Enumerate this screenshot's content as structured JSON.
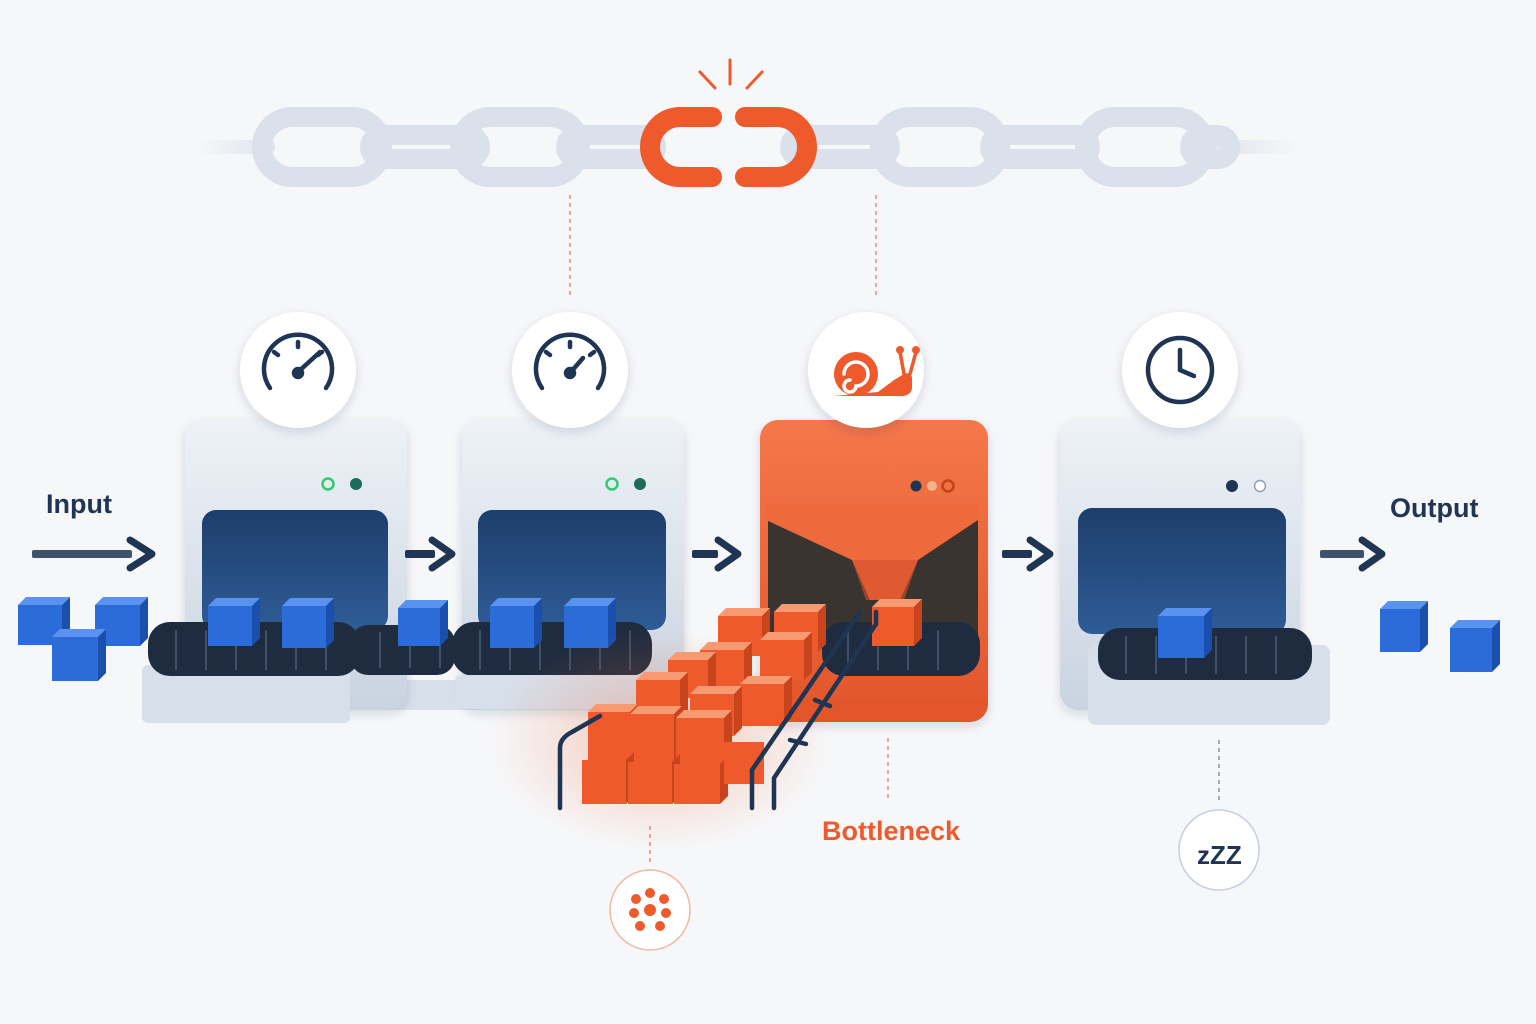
{
  "labels": {
    "input": "Input",
    "output": "Output",
    "bottleneck": "Bottleneck",
    "sleep": "zZZ"
  },
  "stations": [
    {
      "name": "station-1",
      "indicator": "gauge-icon",
      "state": "fast",
      "lights": [
        "#2ecc71",
        "#1e6b5a"
      ]
    },
    {
      "name": "station-2",
      "indicator": "gauge-icon",
      "state": "fast",
      "lights": [
        "#2ecc71",
        "#1e6b5a"
      ]
    },
    {
      "name": "station-3",
      "indicator": "snail-icon",
      "state": "bottleneck",
      "lights": [
        "#1f3553",
        "#f2b28a",
        "#f26b3a"
      ]
    },
    {
      "name": "station-4",
      "indicator": "clock-icon",
      "state": "idle",
      "lights": [
        "#1f3553",
        "#ffffff"
      ]
    }
  ],
  "colors": {
    "accent": "#ee5a2c",
    "navy": "#1f3553",
    "machine": "#dfe6ef",
    "block": "#2b6cd8",
    "background": "#f6f7f9"
  },
  "icons": [
    "broken-chain-link-icon",
    "gauge-icon",
    "snail-icon",
    "clock-icon",
    "cluster-icon",
    "sleep-icon",
    "arrow-right-icon"
  ]
}
